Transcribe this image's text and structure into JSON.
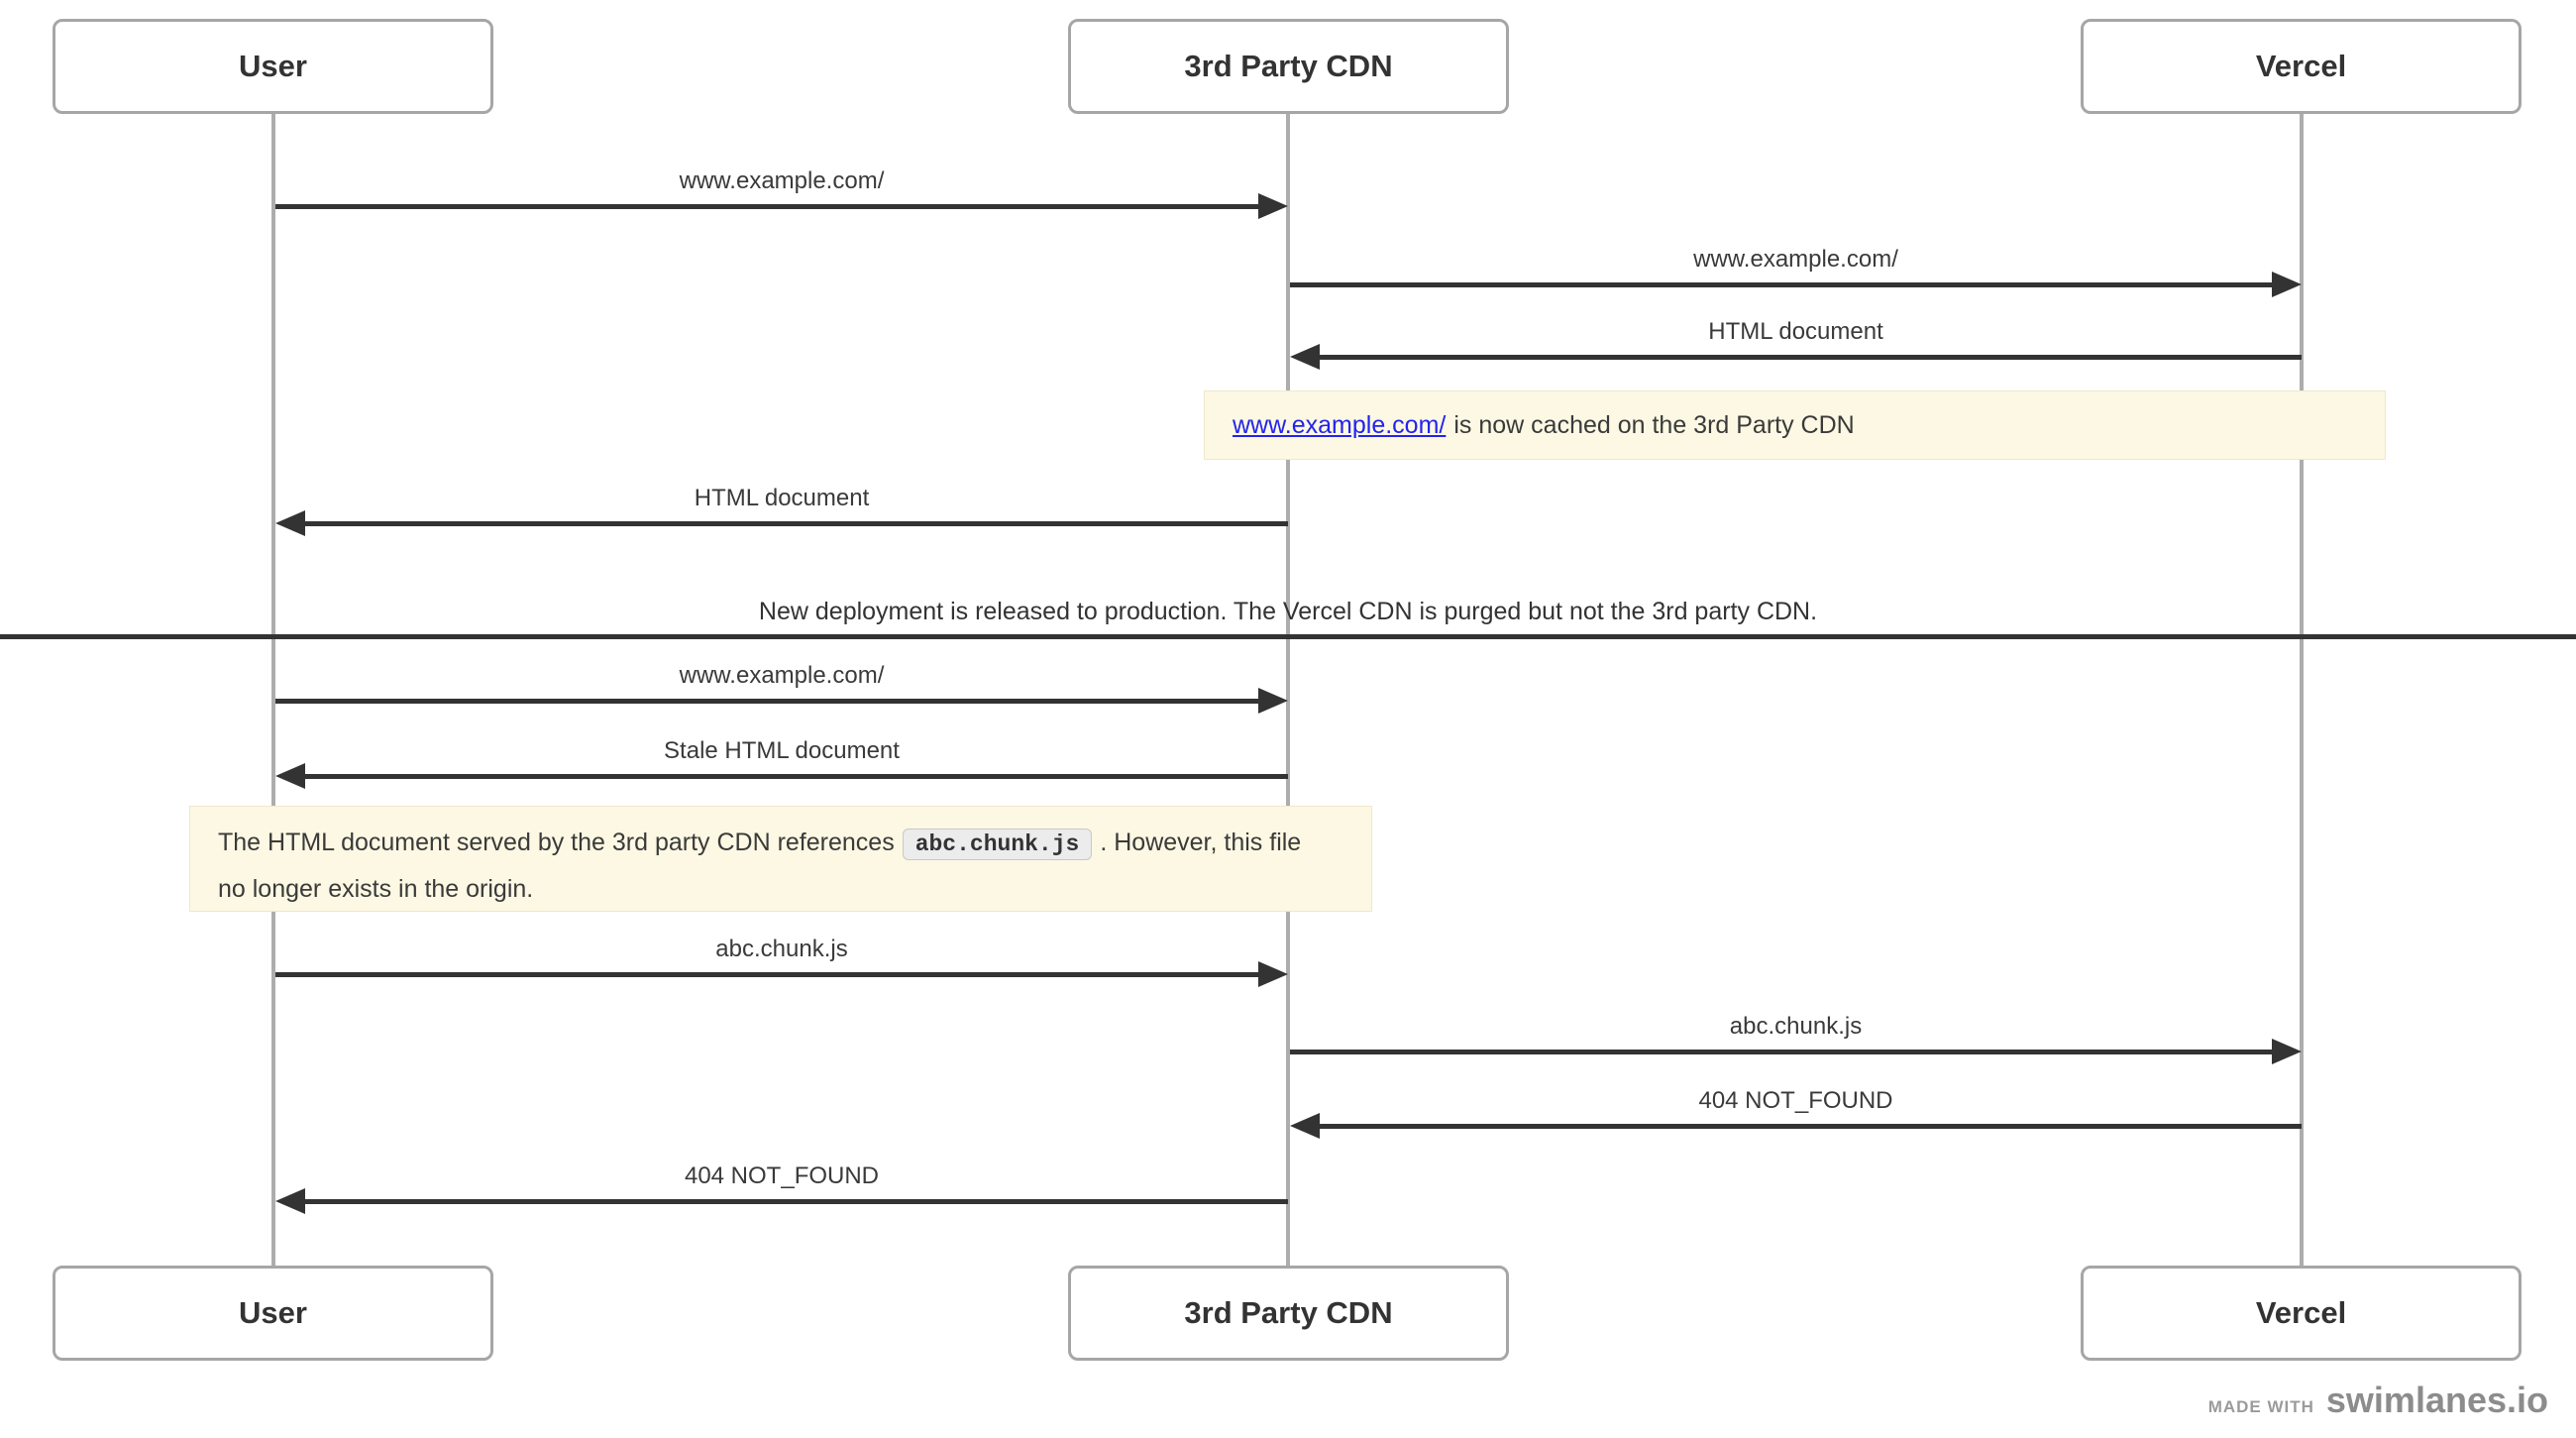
{
  "diagram": {
    "tool": "sequence-diagram",
    "background_color": "#ffffff"
  },
  "actors": [
    {
      "name": "User"
    },
    {
      "name": "3rd Party CDN"
    },
    {
      "name": "Vercel"
    }
  ],
  "messages": [
    {
      "label": "www.example.com/",
      "from": "User",
      "to": "3rd Party CDN"
    },
    {
      "label": "www.example.com/",
      "from": "3rd Party CDN",
      "to": "Vercel"
    },
    {
      "label": "HTML document",
      "from": "Vercel",
      "to": "3rd Party CDN"
    },
    {
      "label": "HTML document",
      "from": "3rd Party CDN",
      "to": "User"
    },
    {
      "label": "www.example.com/",
      "from": "User",
      "to": "3rd Party CDN"
    },
    {
      "label": "Stale HTML document",
      "from": "3rd Party CDN",
      "to": "User"
    },
    {
      "label": "abc.chunk.js",
      "from": "User",
      "to": "3rd Party CDN"
    },
    {
      "label": "abc.chunk.js",
      "from": "3rd Party CDN",
      "to": "Vercel"
    },
    {
      "label": "404 NOT_FOUND",
      "from": "Vercel",
      "to": "3rd Party CDN"
    },
    {
      "label": "404 NOT_FOUND",
      "from": "3rd Party CDN",
      "to": "User"
    }
  ],
  "notes": [
    {
      "link_text": "www.example.com/",
      "text": "is now cached on the 3rd Party CDN"
    },
    {
      "text_before": "The HTML document served by the 3rd party CDN references",
      "code": "abc.chunk.js",
      "text_after": ". However, this file",
      "text_line2": "no longer exists in the origin."
    }
  ],
  "divider": {
    "text": "New deployment is released to production. The Vercel CDN is purged but not the 3rd party CDN."
  },
  "footer": {
    "made_with": "MADE WITH",
    "brand": "swimlanes.io"
  },
  "colors": {
    "arrow": "#333333",
    "lifeline": "#adadad",
    "actor_border": "#a6a6a6",
    "text": "#3a3a3a",
    "note_background": "#fcf8e3",
    "link_blue": "#2323ee",
    "code_chip_background": "#ececec",
    "footer_gray": "#8c8c8c"
  }
}
